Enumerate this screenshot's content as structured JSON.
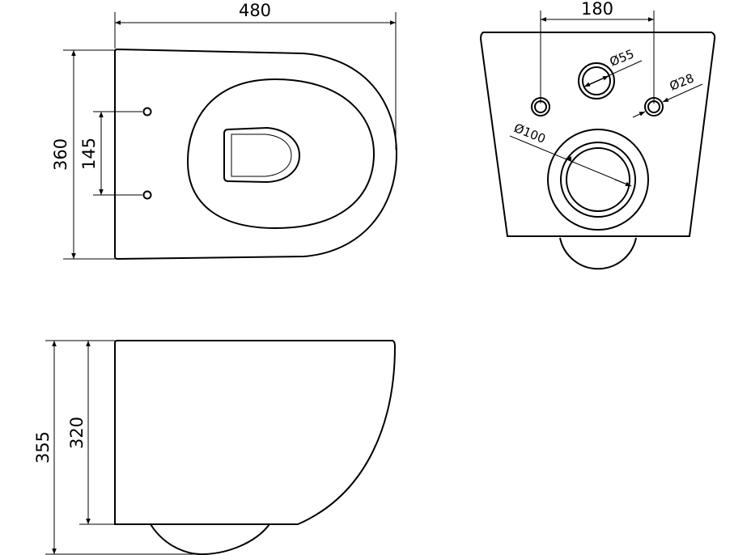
{
  "top_view": {
    "width_dim": "480",
    "depth_dim": "360",
    "bolt_spacing_dim": "145"
  },
  "rear_view": {
    "bolt_spacing_dim": "180",
    "inlet_diameter": "Ø55",
    "bolt_hole_diameter": "Ø28",
    "outlet_diameter": "Ø100"
  },
  "side_view": {
    "total_height_dim": "355",
    "body_height_dim": "320"
  }
}
